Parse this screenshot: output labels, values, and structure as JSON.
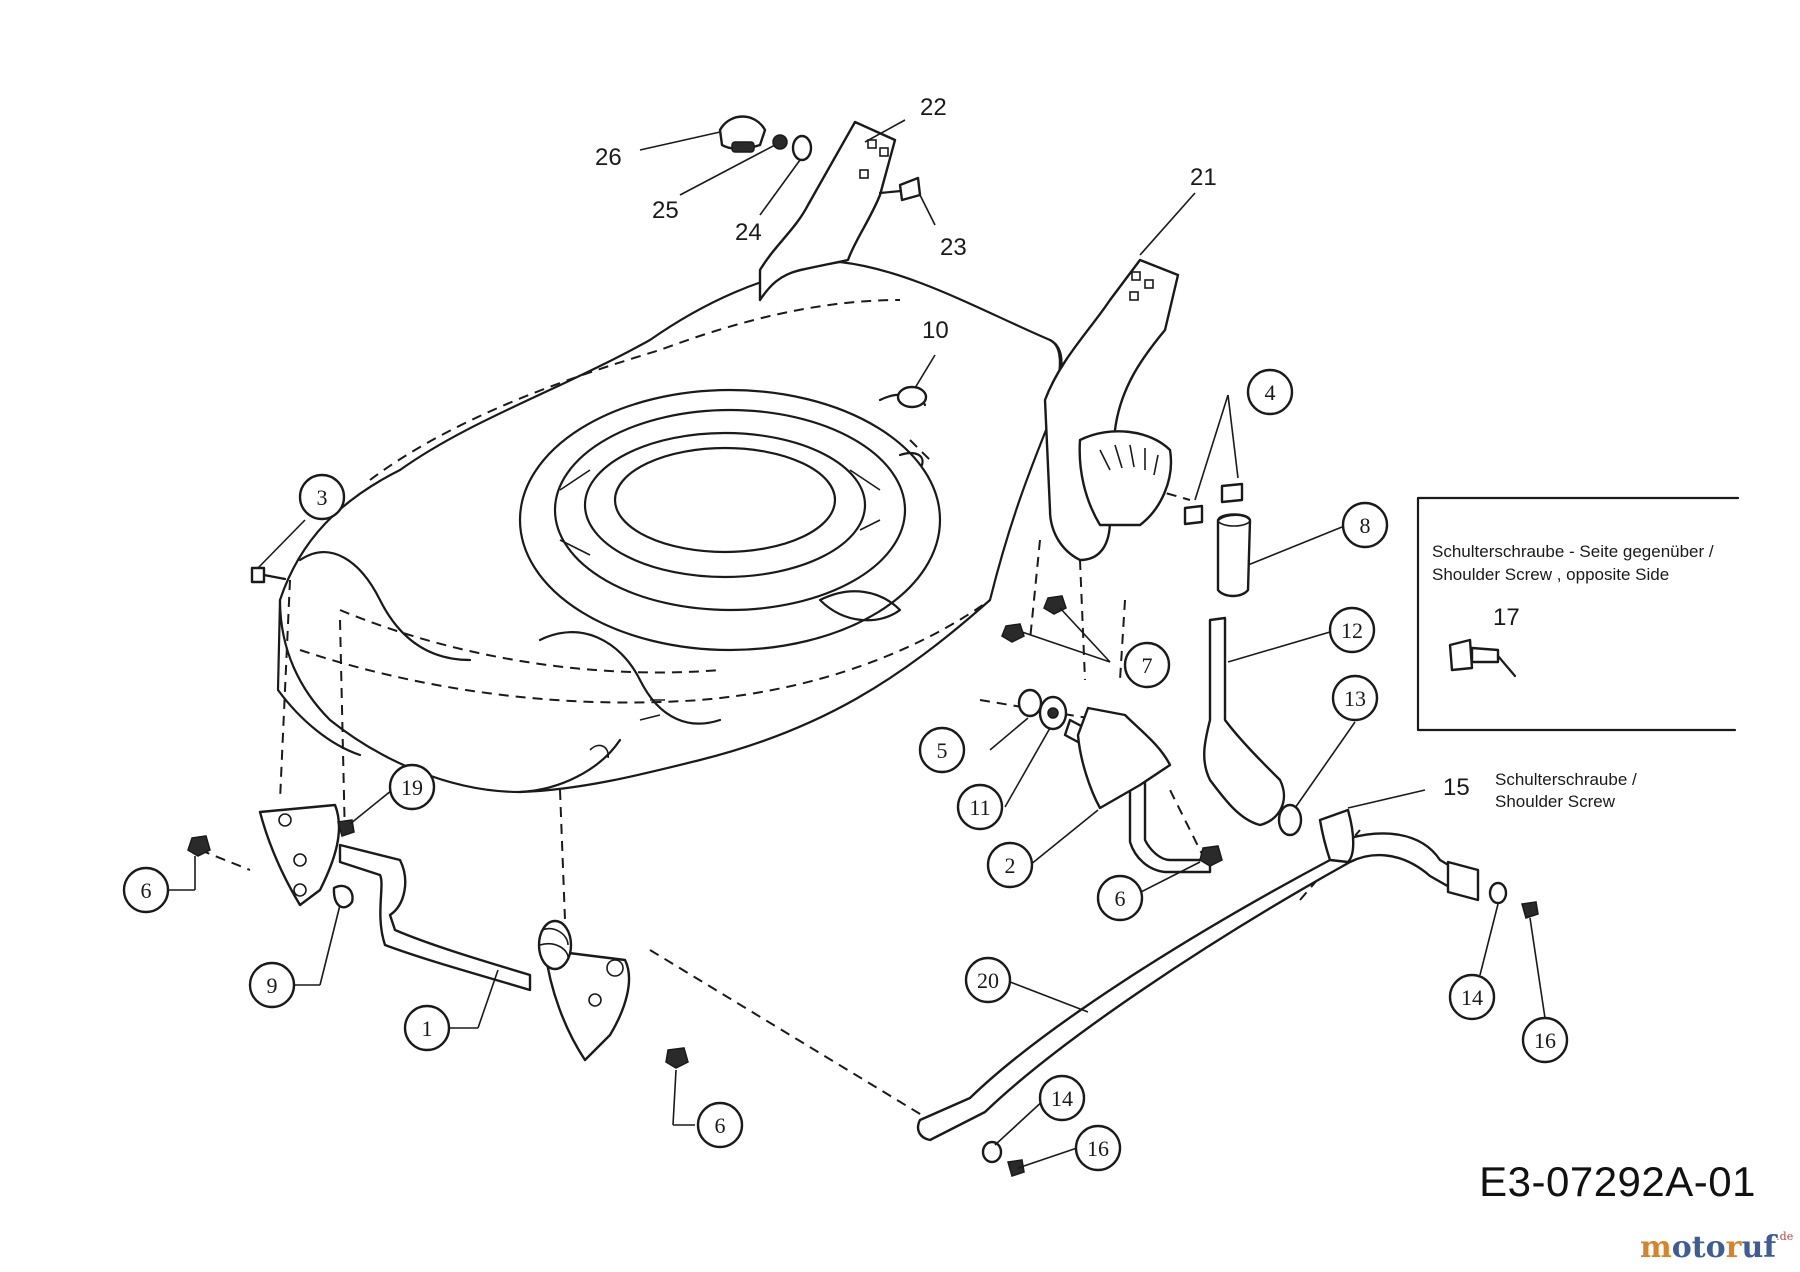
{
  "callouts": {
    "c1": "1",
    "c2": "2",
    "c3": "3",
    "c4": "4",
    "c5": "5",
    "c6a": "6",
    "c6b": "6",
    "c6c": "6",
    "c7": "7",
    "c8": "8",
    "c9": "9",
    "c11": "11",
    "c12": "12",
    "c13": "13",
    "c14a": "14",
    "c14b": "14",
    "c16a": "16",
    "c16b": "16",
    "c19": "19",
    "c20": "20"
  },
  "labels": {
    "l10": "10",
    "l15": "15",
    "l17": "17",
    "l21": "21",
    "l22": "22",
    "l23": "23",
    "l24": "24",
    "l25": "25",
    "l26": "26"
  },
  "notes": {
    "inset_line1": "Schulterschraube - Seite gegenüber /",
    "inset_line2": "Shoulder Screw  , opposite Side",
    "part15_line1": "Schulterschraube  /",
    "part15_line2": "Shoulder Screw"
  },
  "drawing_code": "E3-07292A-01",
  "watermark": "motoruf.de"
}
